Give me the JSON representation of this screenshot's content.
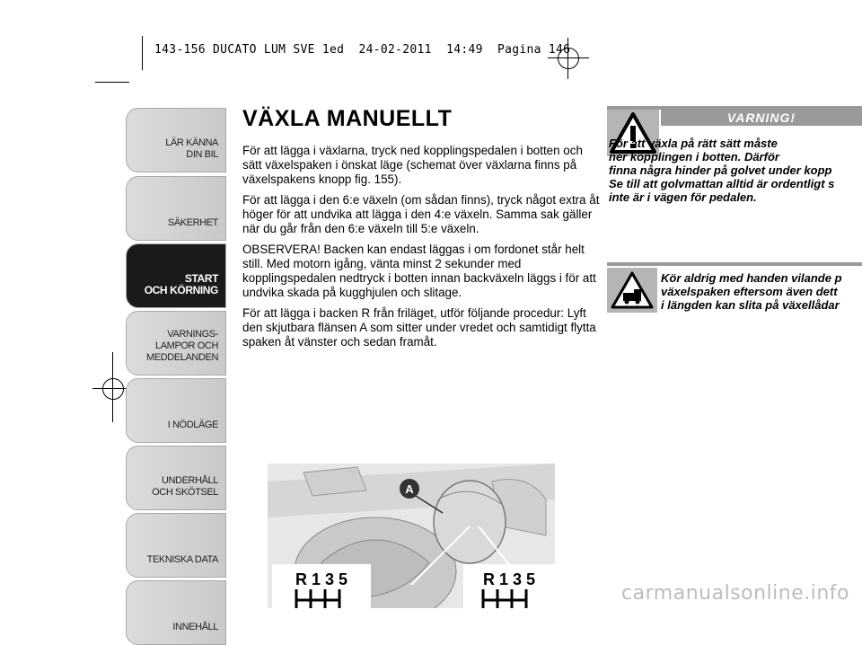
{
  "print_header": "143-156 DUCATO LUM SVE 1ed  24-02-2011  14:49  Pagina 146",
  "sidebar": {
    "tabs": [
      {
        "label": "LÄR KÄNNA\nDIN BIL",
        "active": false
      },
      {
        "label": "SÄKERHET",
        "active": false
      },
      {
        "label": "START\nOCH KÖRNING",
        "active": true
      },
      {
        "label": "VARNINGS-\nLAMPOR OCH\nMEDDELANDEN",
        "active": false
      },
      {
        "label": "I NÖDLÄGE",
        "active": false
      },
      {
        "label": "UNDERHÅLL\nOCH SKÖTSEL",
        "active": false
      },
      {
        "label": "TEKNISKA DATA",
        "active": false
      },
      {
        "label": "INNEHÅLL",
        "active": false
      }
    ]
  },
  "main": {
    "title": "VÄXLA MANUELLT",
    "paragraphs": [
      "För att lägga i växlarna, tryck ned kopplingspedalen i botten och sätt växelspaken i önskat läge (schemat över växlarna finns på växelspakens knopp fig. 155).",
      "För att lägga i den 6:e växeln (om sådan finns), tryck något extra åt höger för att undvika att lägga i den 4:e växeln. Samma sak gäller när du går från den 6:e växeln till 5:e växeln.",
      "OBSERVERA! Backen kan endast läggas i om fordonet står helt still. Med motorn igång, vänta minst 2 sekunder med kopplingspedalen nedtryck i botten innan backväxeln läggs i för att undvika skada på kugghjulen och slitage.",
      "För att lägga i backen R från friläget, utför följande procedur: Lyft den skjutbara flänsen A som sitter under vredet och samtidigt flytta spaken åt vänster och sedan framåt."
    ]
  },
  "warning": {
    "heading": "VARNING!",
    "text": "För att växla på rätt sätt måste\nner kopplingen i botten. Därför\nfinna några hinder på golvet under kopp\nSe till att golvmattan alltid är ordentligt s\ninte är i vägen för pedalen."
  },
  "note": {
    "text": "Kör aldrig med handen vilande p\nväxelspaken eftersom även dett\ni längden kan slita på växellådar"
  },
  "figure": {
    "label_a": "A",
    "gear_pattern_left": "R 1 3 5",
    "gear_pattern_right": "R 1 3 5"
  },
  "watermark": "carmanualsonline.info",
  "colors": {
    "tab_bg": "#d4d4d4",
    "tab_active": "#1a1a1a",
    "warn_gray": "#9a9a9a"
  }
}
